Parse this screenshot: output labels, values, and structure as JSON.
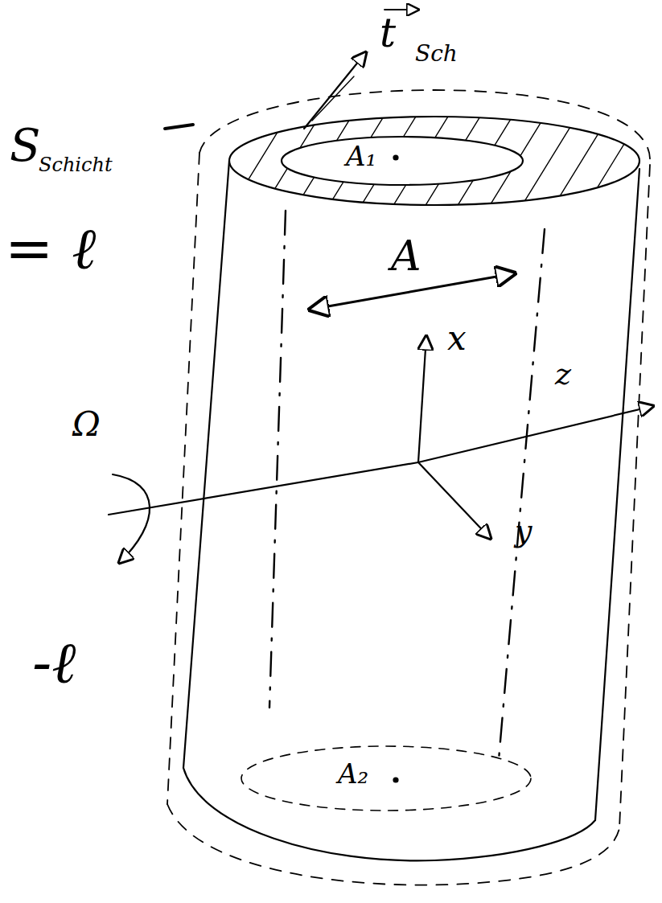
{
  "diagram": {
    "labels": [
      "t",
      "Sch",
      "S",
      "Schicht",
      "= ℓ",
      "A",
      "x",
      "z",
      "y",
      "Ω",
      "-ℓ",
      "A₁",
      "A₂"
    ]
  }
}
